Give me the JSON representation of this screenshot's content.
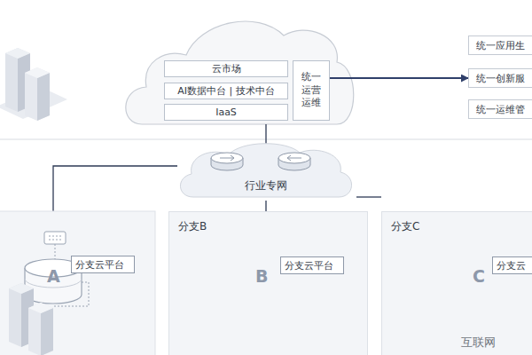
{
  "diagram": {
    "nodes": [
      {
        "text": [
          "云市场"
        ]
      },
      {
        "text": [
          "AI数据中台 | 技术中台"
        ]
      },
      {
        "text": [
          "IaaS"
        ]
      },
      {
        "text": [
          "统一运营运维"
        ]
      },
      {
        "text": [
          "统一应用生"
        ]
      },
      {
        "text": [
          "统一创新服"
        ]
      },
      {
        "text": [
          "统一运维管"
        ]
      },
      {
        "text": [
          "行业专网"
        ]
      },
      {
        "text": [
          "分支云平台"
        ]
      },
      {
        "text": [
          "分支B"
        ]
      },
      {
        "text": [
          "分支云平台"
        ],
        "in": 9
      },
      {
        "text": [
          "分支C"
        ]
      },
      {
        "text": [
          "分支云"
        ],
        "in": 11
      }
    ],
    "edges": [
      {
        "from": 3,
        "to": 5,
        "arrow": "to"
      },
      {
        "from": 7,
        "to": 9,
        "arrow": "none"
      },
      {
        "from": 7,
        "to": 11,
        "arrow": "none"
      }
    ],
    "labels": [
      "A",
      "B",
      "C",
      "互联网"
    ]
  }
}
